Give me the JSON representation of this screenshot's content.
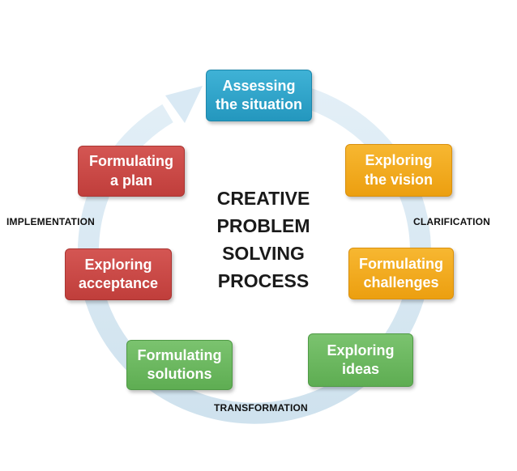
{
  "title": {
    "lines": [
      "CREATIVE",
      "PROBLEM",
      "SOLVING",
      "PROCESS"
    ]
  },
  "phases": {
    "clarification": "CLARIFICATION",
    "transformation": "TRANSFORMATION",
    "implementation": "IMPLEMENTATION"
  },
  "steps": [
    {
      "label": "Assessing\nthe situation",
      "color": "#2ea6cc"
    },
    {
      "label": "Exploring\nthe vision",
      "color": "#f2ab1c"
    },
    {
      "label": "Formulating\nchallenges",
      "color": "#f2ab1c"
    },
    {
      "label": "Exploring\nideas",
      "color": "#6bb960"
    },
    {
      "label": "Formulating\nsolutions",
      "color": "#6bb960"
    },
    {
      "label": "Exploring\nacceptance",
      "color": "#c94947"
    },
    {
      "label": "Formulating\na plan",
      "color": "#c94947"
    }
  ],
  "ring_color": "#d6e8f3"
}
